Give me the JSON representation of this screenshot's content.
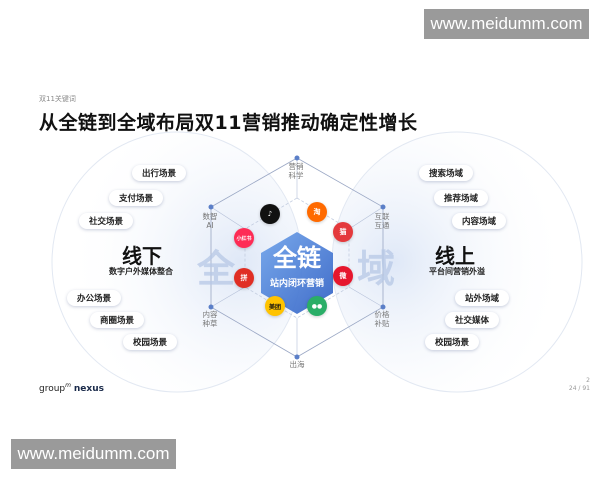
{
  "watermark": "www.meidumm.com",
  "slide": {
    "kicker": "双11关键词",
    "title": "从全链到全域布局双11营销推动确定性增长",
    "left": {
      "heading": "线下",
      "subtitle": "数字户外媒体整合",
      "pills": [
        "出行场景",
        "支付场景",
        "社交场景",
        "办公场景",
        "商圈场景",
        "校园场景"
      ]
    },
    "right": {
      "heading": "线上",
      "subtitle": "平台间营销外溢",
      "pills": [
        "搜索场域",
        "推荐场域",
        "内容场域",
        "站外场域",
        "社交媒体",
        "校园场景"
      ]
    },
    "bigchars": [
      "全",
      "域"
    ],
    "hex_labels": {
      "top": "营销\n科学",
      "top_right": "互联\n互通",
      "bottom_right": "价格\n补贴",
      "bottom": "出海",
      "bottom_left": "内容\n种草",
      "top_left": "数智\nAI"
    },
    "core": {
      "title": "全链",
      "subtitle": "站内闭环营销"
    },
    "apps": [
      {
        "name": "tiktok",
        "label": "♪",
        "color": "#111111"
      },
      {
        "name": "taobao",
        "label": "淘",
        "color": "#ff6a00"
      },
      {
        "name": "tmall",
        "label": "猫",
        "color": "#e4393c"
      },
      {
        "name": "meituan",
        "label": "美团",
        "color": "#ffc300"
      },
      {
        "name": "wechat",
        "label": "●●",
        "color": "#2aae67"
      },
      {
        "name": "xiaohongshu",
        "label": "小红书",
        "color": "#fe2c55"
      },
      {
        "name": "pinduoduo",
        "label": "拼",
        "color": "#e02e24"
      },
      {
        "name": "weibo",
        "label": "微",
        "color": "#e6162d"
      }
    ],
    "brand_logo": {
      "prefix": "group",
      "m": "m",
      "suffix": "nexus"
    },
    "page_number": {
      "current": "2",
      "total": "24 / 91"
    }
  }
}
